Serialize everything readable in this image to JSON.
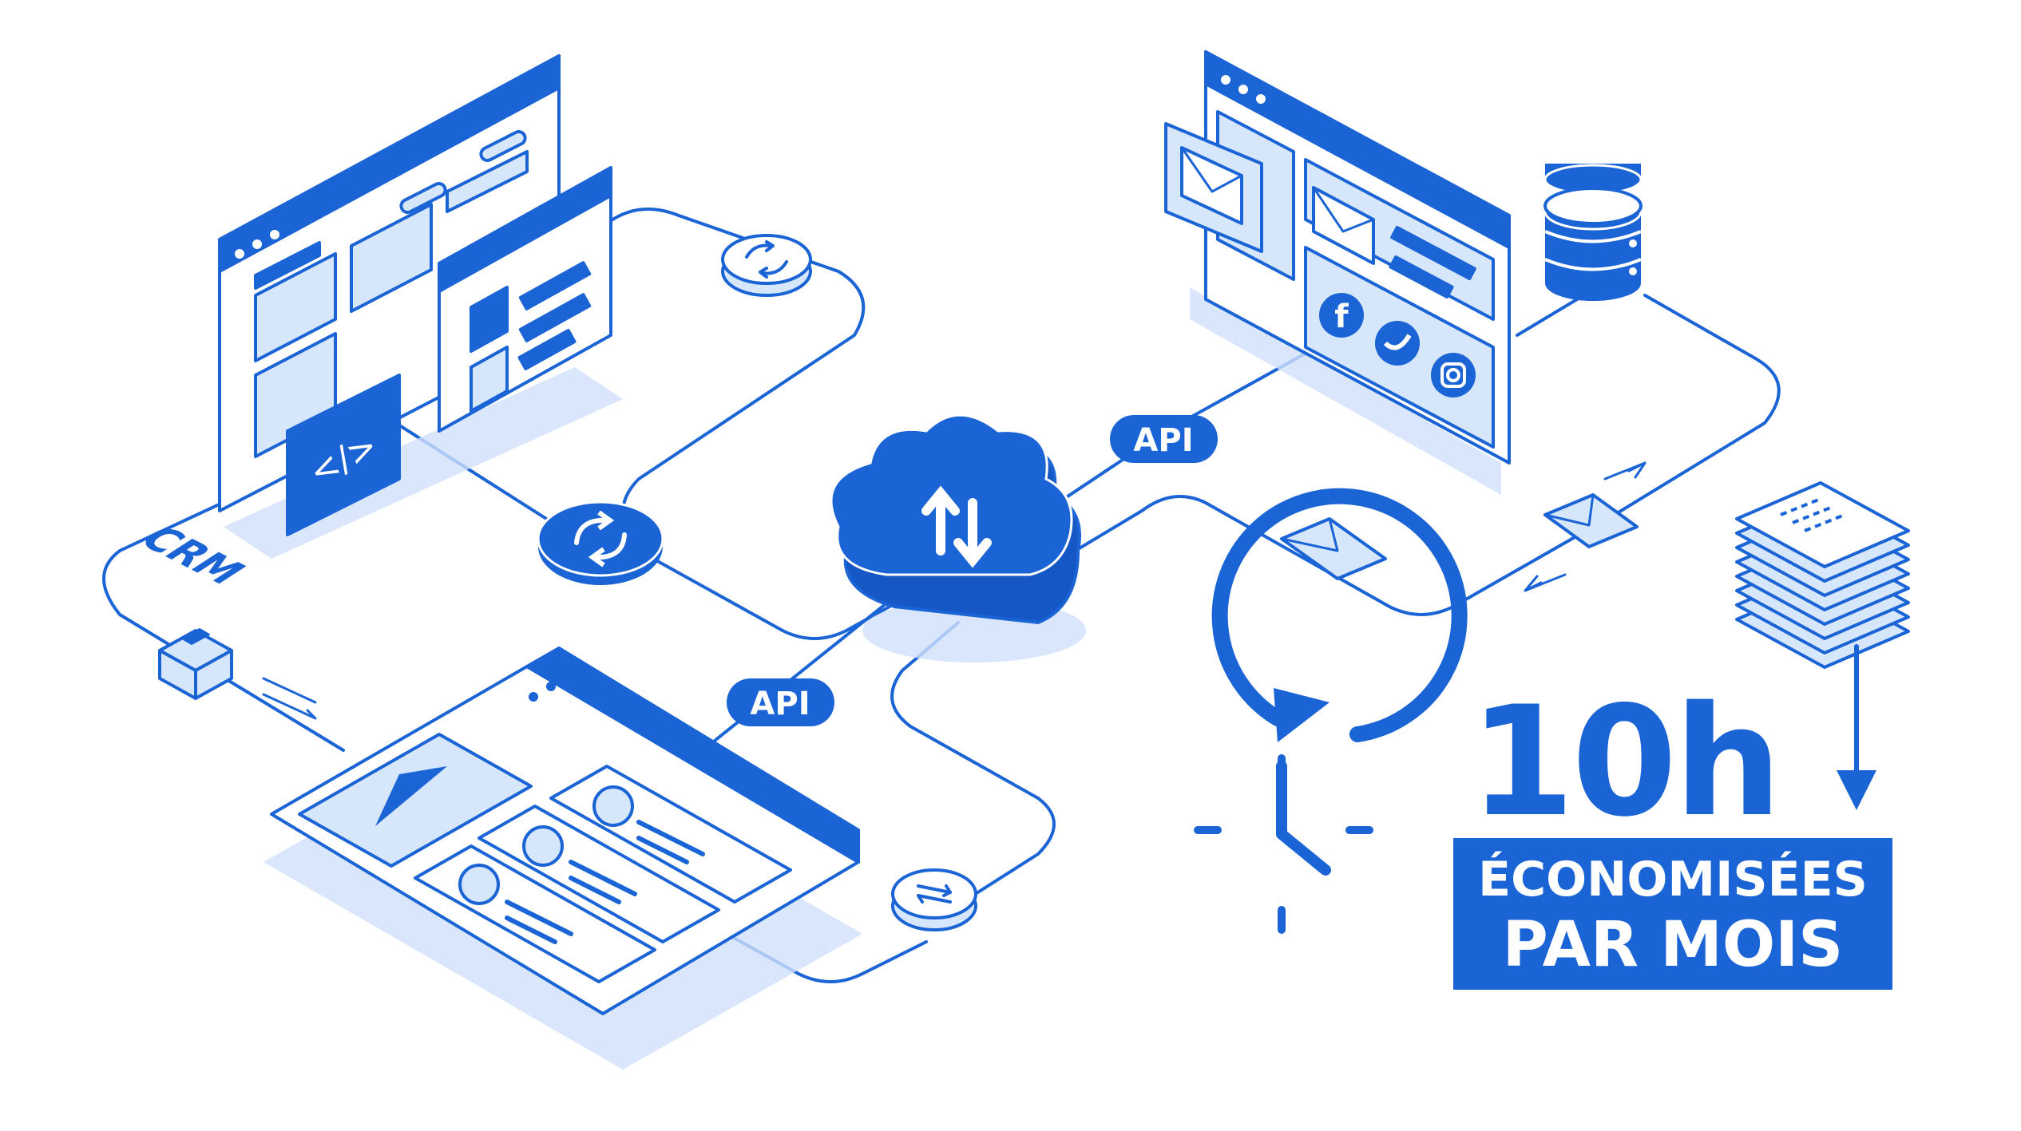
{
  "labels": {
    "api_top": "API",
    "api_bottom": "API",
    "crm": "CRM",
    "code_glyph": "</>"
  },
  "stat": {
    "value": "10h",
    "line1": "ÉCONOMISÉES",
    "line2": "PAR MOIS"
  },
  "icons": [
    "browser-window-icon",
    "code-icon",
    "sync-icon",
    "cloud-sync-icon",
    "crm-window-icon",
    "email-window-icon",
    "database-icon",
    "envelope-icon",
    "document-stack-icon",
    "clock-icon",
    "package-icon",
    "facebook-icon",
    "twitter-icon",
    "instagram-icon",
    "arrow-down-icon"
  ],
  "colors": {
    "accent": "#1a64d6",
    "pale": "#d6e6fb",
    "background": "#ffffff"
  }
}
